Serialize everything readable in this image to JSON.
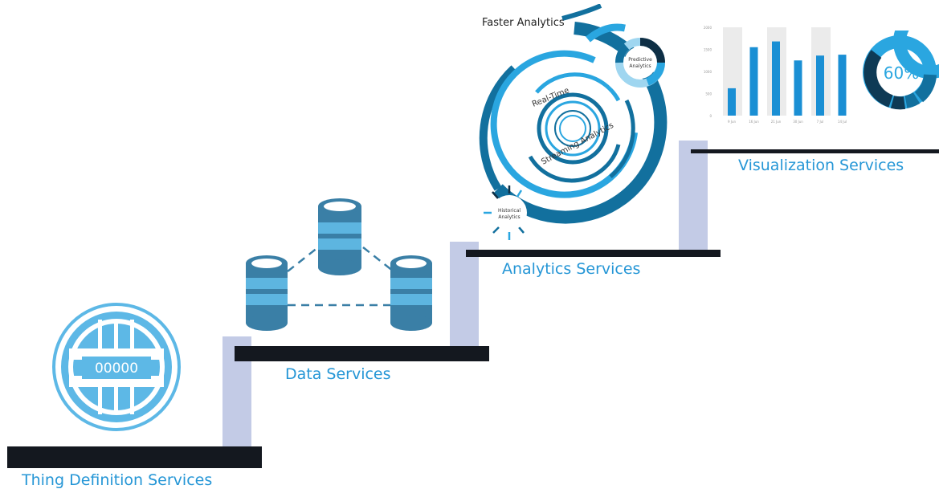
{
  "steps": {
    "thing_definition": {
      "label": "Thing Definition Services",
      "id_display": "00000"
    },
    "data": {
      "label": "Data Services"
    },
    "analytics": {
      "label": "Analytics Services",
      "faster": "Faster Analytics",
      "predictive_line1": "Predictive",
      "predictive_line2": "Analytics",
      "realtime": "Real-Time",
      "streaming": "Streaming Analytics",
      "historical_line1": "Historical",
      "historical_line2": "Analytics"
    },
    "visualization": {
      "label": "Visualization Services",
      "donut_percent": "60%"
    }
  },
  "chart_data": {
    "type": "bar",
    "categories": [
      "9 Jun",
      "16 Jun",
      "21 Jun",
      "30 Jun",
      "7 Jul",
      "14 Jul"
    ],
    "values": [
      620,
      1550,
      1680,
      1250,
      1360,
      1380
    ],
    "ylim": [
      0,
      2000
    ],
    "yticks": [
      "0",
      "500",
      "1000",
      "1500",
      "2000"
    ],
    "bar_color": "#1a8fd4"
  },
  "colors": {
    "accent": "#2596d6",
    "light_blue": "#3fb4e6",
    "dark_blue": "#12709e",
    "navy": "#0e2f45",
    "riser": "#c3cbe6",
    "step": "#14181f",
    "db_dark": "#3a7fa6",
    "db_light": "#5db5e0"
  }
}
